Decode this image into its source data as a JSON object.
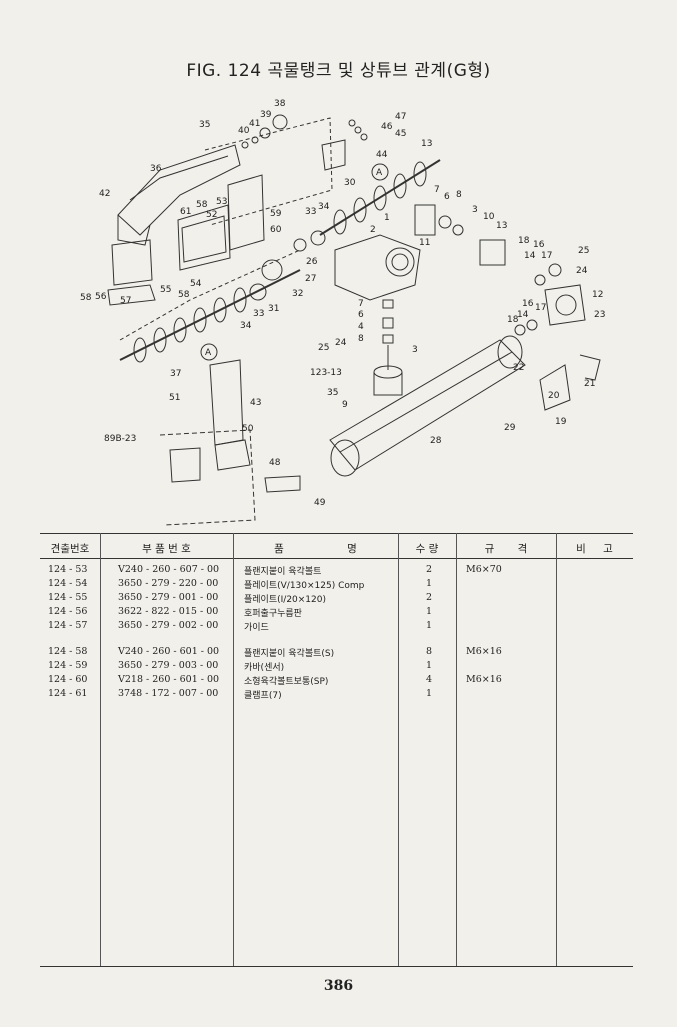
{
  "title": "FIG. 124 곡물탱크 및 상튜브 관계(G형)",
  "callouts": {
    "c35": "35",
    "c40": "40",
    "c41": "41",
    "c39": "39",
    "c38": "38",
    "c47": "47",
    "c46": "46",
    "c45": "45",
    "c13a": "13",
    "c44": "44",
    "c36": "36",
    "c42": "42",
    "c61": "61",
    "c58a": "58",
    "c52": "52",
    "c53": "53",
    "c59": "59",
    "c60": "60",
    "c58b": "58",
    "c56": "56",
    "c57": "57",
    "c55": "55",
    "c58c": "58",
    "c54": "54",
    "c30": "30",
    "c33a": "33",
    "c34": "34",
    "c26": "26",
    "c27": "27",
    "c32": "32",
    "c31": "31",
    "c33b": "33",
    "c24a": "24",
    "c2": "2",
    "c1": "1",
    "c7a": "7",
    "c6a": "6",
    "c8a": "8",
    "c3a": "3",
    "c10": "10",
    "c13b": "13",
    "c11": "11",
    "c7b": "7",
    "c6b": "6",
    "c4": "4",
    "c8b": "8",
    "c25a": "25",
    "c24b": "24",
    "c3b": "3",
    "c123": "123-13",
    "c18a": "18",
    "c16a": "16",
    "c14a": "14",
    "c17a": "17",
    "c25b": "25",
    "c24c": "24",
    "c12": "12",
    "c16b": "16",
    "c18b": "18",
    "c14b": "14",
    "c17b": "17",
    "c23": "23",
    "c22": "22",
    "c21": "21",
    "c20": "20",
    "c19": "19",
    "c29": "29",
    "c28": "28",
    "c37": "37",
    "c51": "51",
    "c43": "43",
    "c50": "50",
    "c89b": "89B-23",
    "c48": "48",
    "c49": "49",
    "c35b": "35",
    "c9": "9",
    "viewA1": "A",
    "viewA2": "A"
  },
  "table": {
    "headers": [
      "견출번호",
      "부 품 번 호",
      "품 명",
      "수 량",
      "규 격",
      "비 고"
    ],
    "rows": [
      {
        "ref": "124 - 53",
        "part": "V240 - 260 - 607 - 00",
        "name": "플랜지붙이 육각볼트",
        "qty": "2",
        "spec": "M6×70",
        "note": ""
      },
      {
        "ref": "124 - 54",
        "part": "3650 - 279 - 220 - 00",
        "name": "플레이트(V/130×125) Comp",
        "qty": "1",
        "spec": "",
        "note": ""
      },
      {
        "ref": "124 - 55",
        "part": "3650 - 279 - 001 - 00",
        "name": "플레이트(I/20×120)",
        "qty": "2",
        "spec": "",
        "note": ""
      },
      {
        "ref": "124 - 56",
        "part": "3622 - 822 - 015 - 00",
        "name": "호퍼출구누름판",
        "qty": "1",
        "spec": "",
        "note": ""
      },
      {
        "ref": "124 - 57",
        "part": "3650 - 279 - 002 - 00",
        "name": "가이드",
        "qty": "1",
        "spec": "",
        "note": ""
      },
      {
        "ref": "124 - 58",
        "part": "V240 - 260 - 601 - 00",
        "name": "플랜지붙이 육각볼트(S)",
        "qty": "8",
        "spec": "M6×16",
        "note": ""
      },
      {
        "ref": "124 - 59",
        "part": "3650 - 279 - 003 - 00",
        "name": "카바(센서)",
        "qty": "1",
        "spec": "",
        "note": ""
      },
      {
        "ref": "124 - 60",
        "part": "V218 - 260 - 601 - 00",
        "name": "소형육각볼트보통(SP)",
        "qty": "4",
        "spec": "M6×16",
        "note": ""
      },
      {
        "ref": "124 - 61",
        "part": "3748 - 172 - 007 - 00",
        "name": "클램프(7)",
        "qty": "1",
        "spec": "",
        "note": ""
      }
    ]
  },
  "page_number": "386"
}
